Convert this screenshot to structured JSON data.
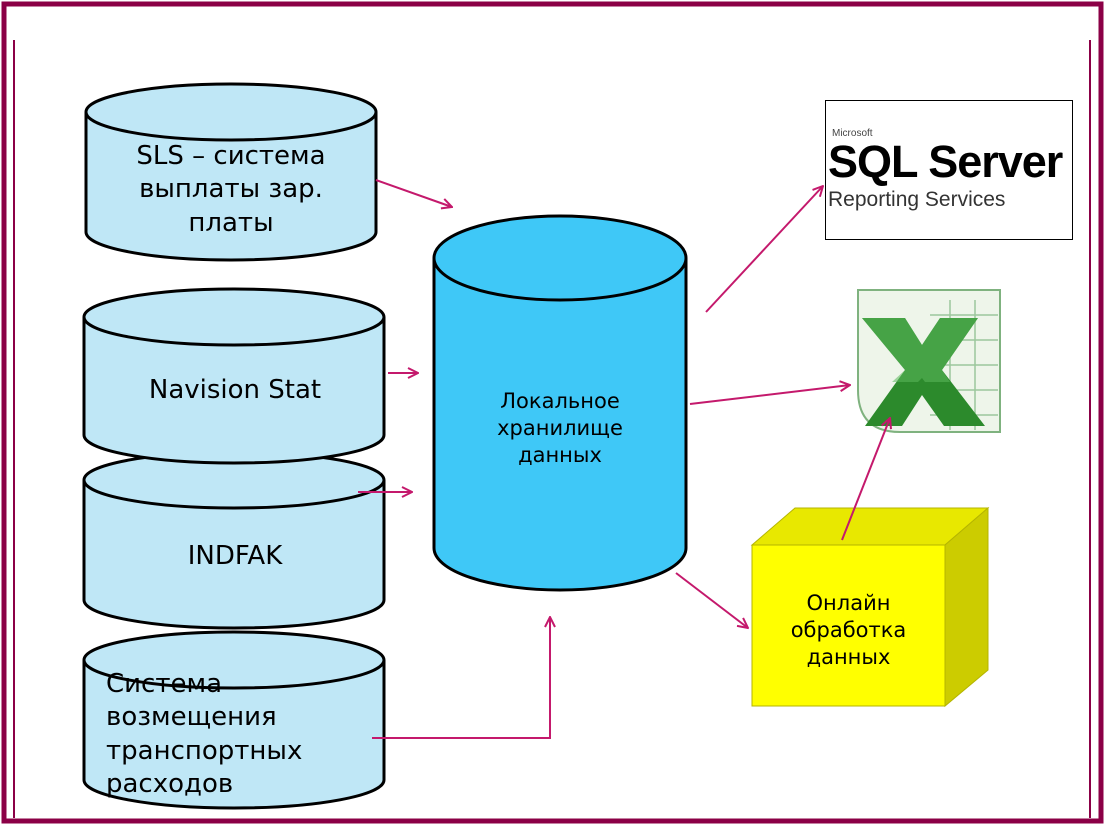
{
  "sources": [
    {
      "label_lines": [
        "SLS – система",
        "выплаты зар.",
        "платы"
      ],
      "icon": "database-cylinder"
    },
    {
      "label_lines": [
        "Navision Stat"
      ],
      "icon": "database-cylinder"
    },
    {
      "label_lines": [
        "INDFAK"
      ],
      "icon": "database-cylinder"
    },
    {
      "label_lines": [
        "Система",
        "возмещения",
        "транспортных",
        "расходов"
      ],
      "icon": "database-cylinder"
    }
  ],
  "warehouse": {
    "label_lines": [
      "Локальное",
      "хранилище",
      "данных"
    ],
    "icon": "database-cylinder"
  },
  "online_processing": {
    "label_lines": [
      "Онлайн",
      "обработка",
      "данных"
    ],
    "icon": "cube"
  },
  "ssrs_logo": {
    "small": "Microsoft",
    "big": "SQL Server",
    "sub": "Reporting Services"
  },
  "excel_logo": {
    "icon": "excel-icon"
  },
  "colors": {
    "frame": "#8b0046",
    "arrow": "#c4196c",
    "source_fill": "#bfe7f6",
    "warehouse_fill": "#3fc8f7",
    "cube_front": "#ffff00",
    "cube_side": "#cccc00",
    "excel_green": "#2c8a2c"
  }
}
